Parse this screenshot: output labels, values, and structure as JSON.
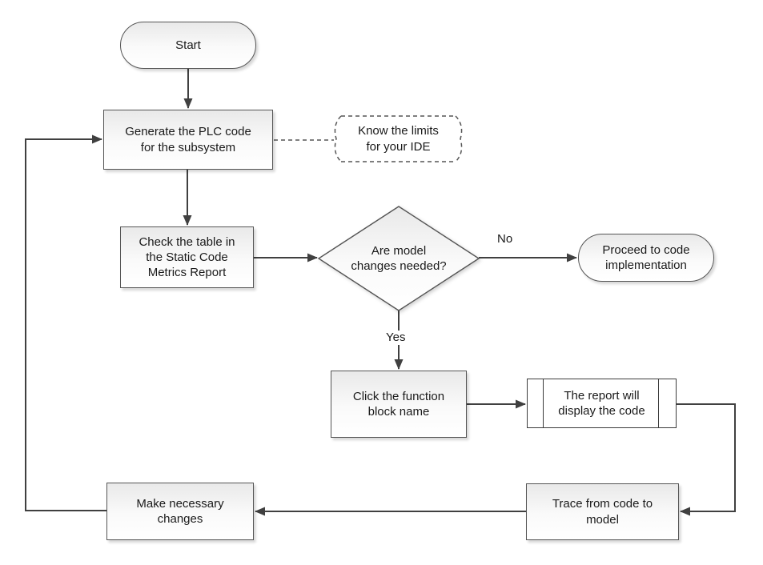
{
  "diagram": {
    "nodes": {
      "start": {
        "type": "terminator",
        "label": "Start"
      },
      "generate": {
        "type": "process",
        "label": [
          "Generate the PLC code",
          "for the subsystem"
        ]
      },
      "know_limits": {
        "type": "annotation",
        "label": [
          "Know the limits",
          "for your IDE"
        ]
      },
      "check_table": {
        "type": "process",
        "label": [
          "Check the table in",
          "the Static Code",
          "Metrics Report"
        ]
      },
      "model_changes": {
        "type": "decision",
        "label": [
          "Are model",
          "changes needed?"
        ]
      },
      "proceed": {
        "type": "terminator",
        "label": [
          "Proceed to code",
          "implementation"
        ]
      },
      "click_block": {
        "type": "process",
        "label": [
          "Click the function",
          "block name"
        ]
      },
      "report_display": {
        "type": "predefined-process",
        "label": [
          "The report will",
          "display the code"
        ]
      },
      "trace": {
        "type": "process",
        "label": [
          "Trace from code to",
          "model"
        ]
      },
      "make_changes": {
        "type": "process",
        "label": [
          "Make necessary",
          "changes"
        ]
      }
    },
    "edge_labels": {
      "no": "No",
      "yes": "Yes"
    },
    "colors": {
      "connector": "#404040",
      "shape_border": "#555555",
      "fill_top": "#e9e9e9",
      "fill_bottom": "#ffffff",
      "text": "#1a1a1a"
    }
  }
}
